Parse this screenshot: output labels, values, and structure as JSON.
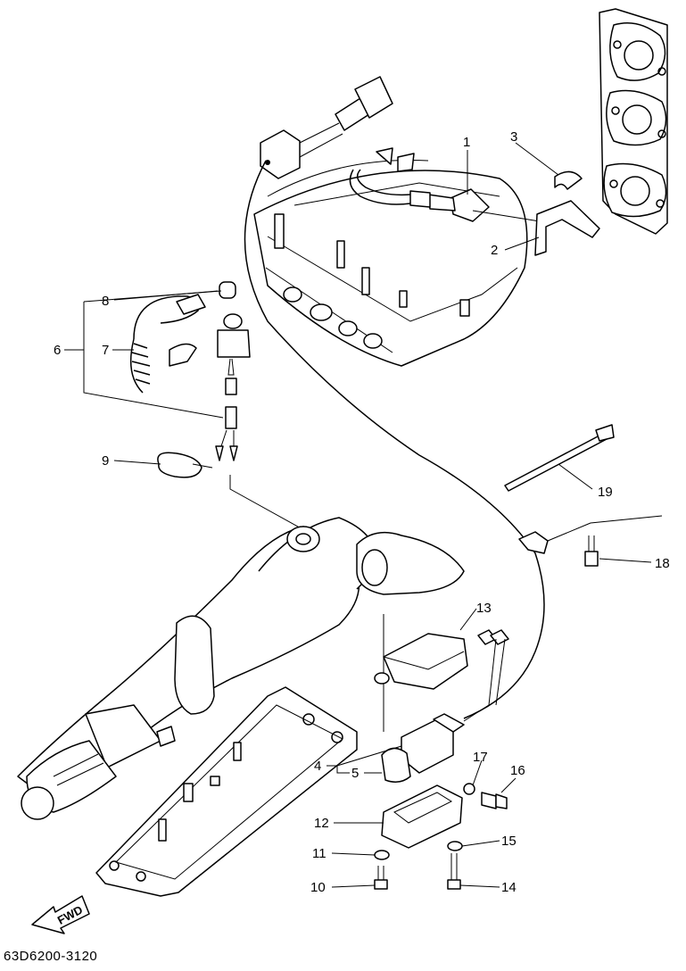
{
  "callouts": {
    "n1": "1",
    "n2": "2",
    "n3": "3",
    "n4": "4",
    "n5": "5",
    "n6": "6",
    "n7": "7",
    "n8": "8",
    "n9": "9",
    "n10": "10",
    "n11": "11",
    "n12": "12",
    "n13": "13",
    "n14": "14",
    "n15": "15",
    "n16": "16",
    "n17": "17",
    "n18": "18",
    "n19": "19"
  },
  "fwd_label": "FWD",
  "diagram_code": "63D6200-3120"
}
